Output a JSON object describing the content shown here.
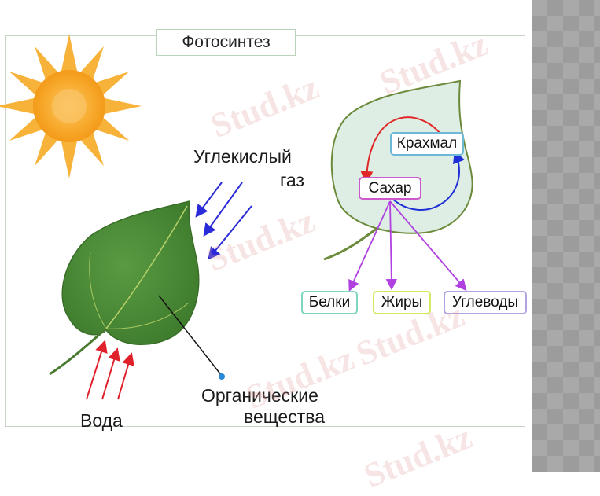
{
  "diagram": {
    "title": "Фотосинтез",
    "labels": {
      "co2": "Углекислый\nгаз",
      "co2_line1": "Углекислый",
      "co2_line2": "газ",
      "water": "Вода",
      "organic_line1": "Органические",
      "organic_line2": "вещества"
    },
    "leaf_cycle": {
      "starch": "Крахмал",
      "sugar": "Сахар"
    },
    "products": [
      {
        "label": "Белки",
        "border_color": "#7fd6c0"
      },
      {
        "label": "Жиры",
        "border_color": "#d6e860"
      },
      {
        "label": "Углеводы",
        "border_color": "#b3a2e0"
      }
    ],
    "colors": {
      "sun": "#f5a623",
      "leaf": "#4f8f3a",
      "co2_arrows": "#2a2ad8",
      "water_arrows": "#e0202a",
      "product_arrows": "#b040e0",
      "starch_to_sugar": "#e02828",
      "sugar_to_starch": "#2030d8",
      "frame": "#c5d6c5"
    },
    "watermark": "Stud.kz"
  }
}
